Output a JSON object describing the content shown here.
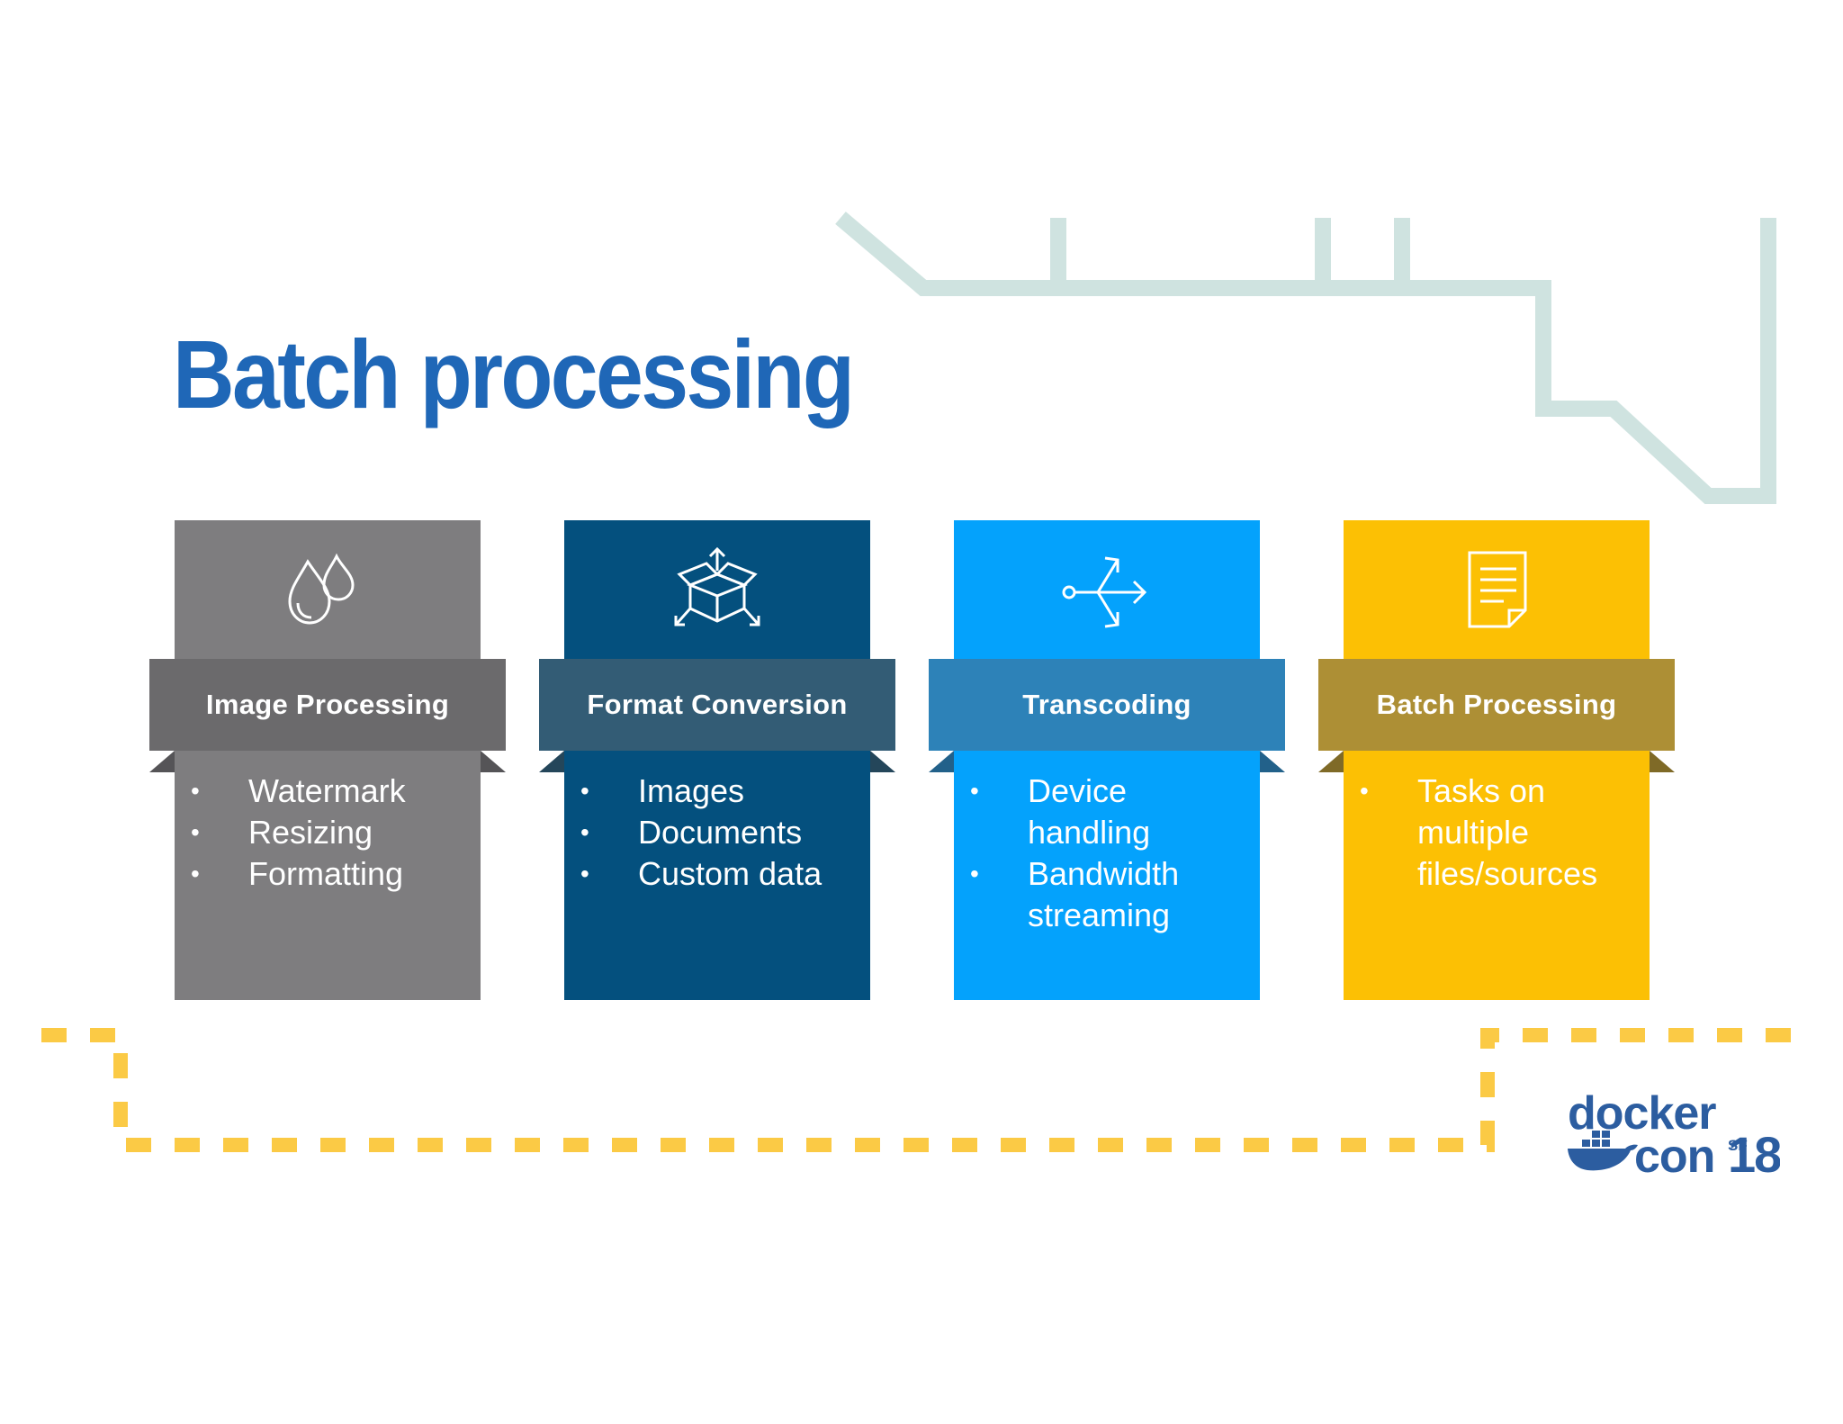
{
  "title": "Batch processing",
  "cards": [
    {
      "heading": "Image Processing",
      "icon": "water-drops-icon",
      "items": [
        "Watermark",
        "Resizing",
        "Formatting"
      ],
      "colors": {
        "top": "#7e7d7f",
        "band": "#6b6a6c",
        "fold": "#555457",
        "bottom": "#7e7d7f"
      }
    },
    {
      "heading": "Format Conversion",
      "icon": "open-box-icon",
      "items": [
        "Images",
        "Documents",
        "Custom data"
      ],
      "colors": {
        "top": "#04507e",
        "band": "#335c75",
        "fold": "#24465a",
        "bottom": "#04507e"
      }
    },
    {
      "heading": "Transcoding",
      "icon": "split-arrows-icon",
      "items": [
        "Device handling",
        "Bandwidth streaming"
      ],
      "colors": {
        "top": "#04a2fc",
        "band": "#2d82b8",
        "fold": "#22618a",
        "bottom": "#04a2fc"
      }
    },
    {
      "heading": "Batch Processing",
      "icon": "document-icon",
      "items": [
        "Tasks on multiple files/sources"
      ],
      "colors": {
        "top": "#fcc004",
        "band": "#ad8f35",
        "fold": "#7f6a27",
        "bottom": "#fcc004"
      }
    }
  ],
  "logo": {
    "word1": "docker",
    "word2": "con",
    "city": "SF",
    "year": "18",
    "color": "#2c5da0"
  },
  "accent_colors": {
    "circuit": "#cfe3e0",
    "dashes": "#fbca45"
  }
}
